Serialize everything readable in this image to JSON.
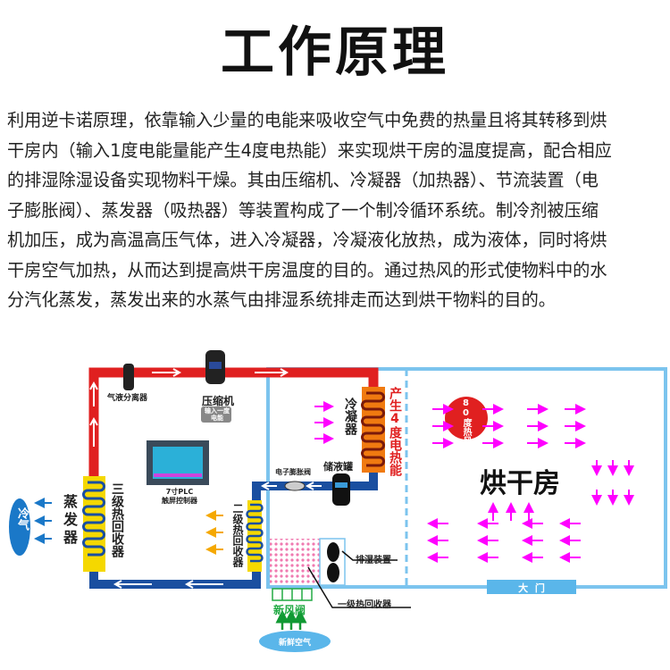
{
  "title": "工作原理",
  "paragraph_lines": [
    "利用逆卡诺原理，依靠输入少量的电能来吸收空气中免费的热量且将其转移到烘",
    "干房内（输入1度电能量能产生4度电热能）来实现烘干房的温度提高，配合相应",
    "的排湿除湿设备实现物料干燥。其由压缩机、冷凝器（加热器）、节流装置（电",
    "子膨胀阀）、蒸发器（吸热器）等装置构成了一个制冷循环系统。制冷剂被压缩",
    "机加压，成为高温高压气体，进入冷凝器，冷凝液化放热，成为液体，同时将烘",
    "干房空气加热，从而达到提高烘干房温度的目的。通过热风的形式使物料中的水",
    "分汽化蒸发，蒸发出来的水蒸气由排湿系统排走而达到烘干物料的目的。"
  ],
  "diagram": {
    "gas_liquid_separator": "气液分离器",
    "compressor": "压缩机",
    "input_note": "输入一度电能",
    "plc": "7寸PLC\n触屏控制器",
    "cold_air": "冷气",
    "evaporator": "蒸发器",
    "stage3": "三级热回收器",
    "stage2": "二级热回收器",
    "condenser": "冷凝器",
    "heat_output": "产生4度电热能",
    "expansion_valve": "电子膨胀阀",
    "receiver": "储液罐",
    "dehumidifier": "排湿装置",
    "stage1": "一级热回收器",
    "fresh_air_valve": "新风阀",
    "fresh_air": "新鲜空气",
    "hot_air": "80度热风",
    "drying_room": "烘干房",
    "gate": "大  门"
  },
  "colors": {
    "hot_pipe": "#e02020",
    "cold_pipe": "#1a4fa0",
    "room": "#7cc4ee",
    "arrow": "#ff00ff",
    "coil": "#f5d800"
  }
}
